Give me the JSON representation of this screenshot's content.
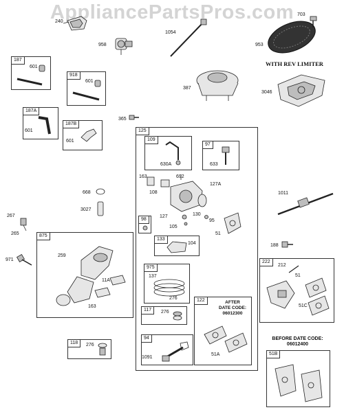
{
  "watermark": "AppliancePartsPros.com",
  "headings": {
    "rev_limiter": "WITH REV LIMITER",
    "before_date_code": "BEFORE DATE CODE:",
    "before_date_value": "06012400",
    "after_title": "AFTER",
    "after_date_code": "DATE CODE:",
    "after_date_value": "06012300"
  },
  "groups": {
    "g187": "187",
    "g918": "918",
    "g187a": "187A",
    "g187b": "187B",
    "g125": "125",
    "g109": "109",
    "g97": "97",
    "g98": "98",
    "g133": "133",
    "g975": "975",
    "g117": "117",
    "g94": "94",
    "g122": "122",
    "g875": "875",
    "g118": "118",
    "g222": "222",
    "g51b": "51B"
  },
  "parts": {
    "p240": "240",
    "p958": "958",
    "p1054": "1054",
    "p953": "953",
    "p703": "703",
    "p601a": "601",
    "p601b": "601",
    "p601c": "601",
    "p601d": "601",
    "p387": "387",
    "p3046": "3046",
    "p365": "365",
    "p630a": "630A",
    "p633": "633",
    "p163a": "163",
    "p692": "692",
    "p108": "108",
    "p127a": "127A",
    "p668": "668",
    "p3027": "3027",
    "p1011": "1011",
    "p127": "127",
    "p130": "130",
    "p95": "95",
    "p105": "105",
    "p51a": "51",
    "p104": "104",
    "p267": "267",
    "p265": "265",
    "p188": "188",
    "p971": "971",
    "p259": "259",
    "p11a": "11A",
    "p163b": "163",
    "p137": "137",
    "p276a": "276",
    "p276b": "276",
    "p276c": "276",
    "p212": "212",
    "p51b": "51",
    "p51c": "51C",
    "p1091": "1091",
    "p51a2": "51A"
  }
}
